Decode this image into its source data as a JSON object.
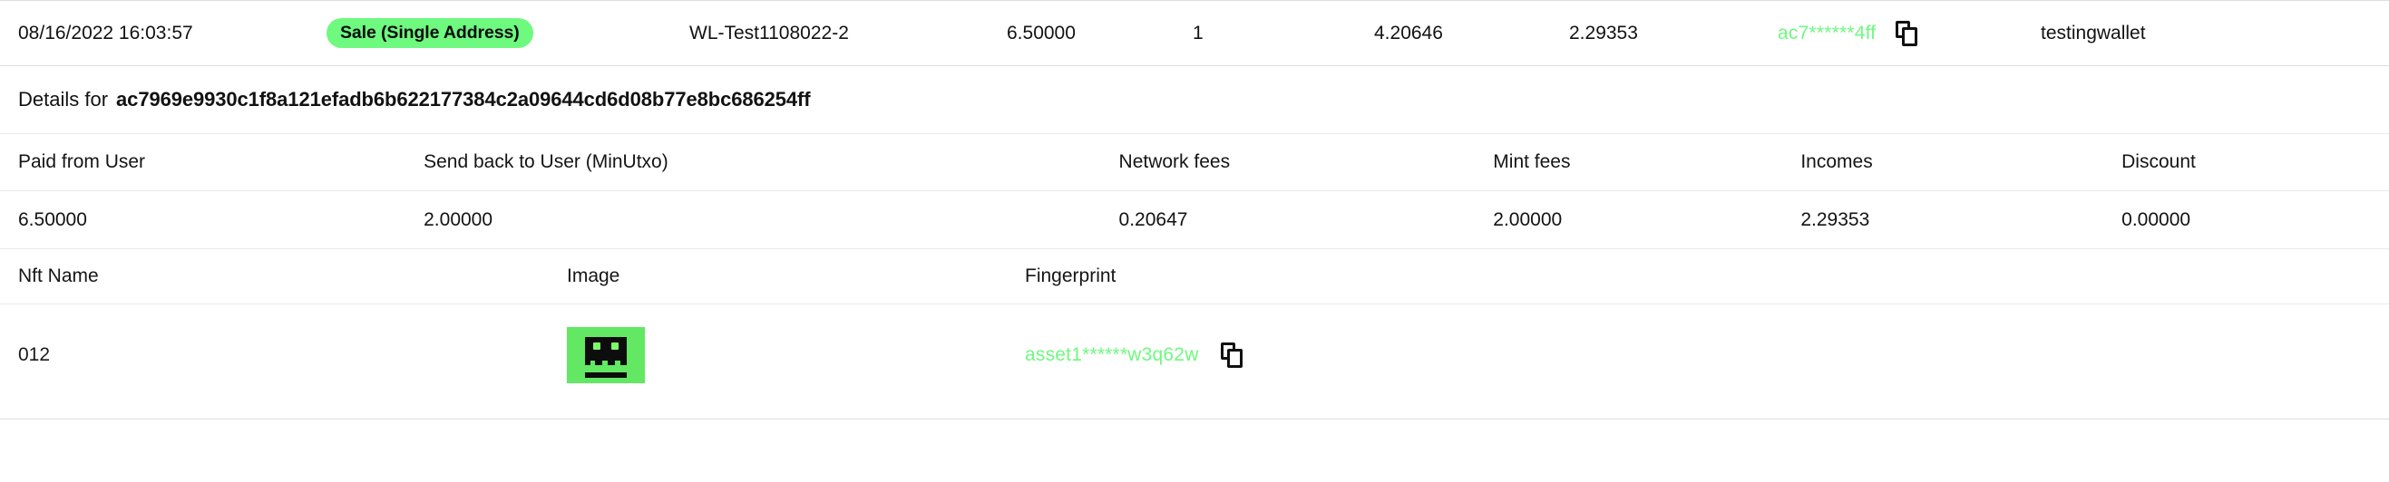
{
  "summary_row": {
    "datetime": "08/16/2022 16:03:57",
    "type_badge": "Sale (Single Address)",
    "project": "WL-Test1108022-2",
    "amount": "6.50000",
    "quantity": "1",
    "value_1": "4.20646",
    "value_2": "2.29353",
    "address_truncated": "ac7******4ff",
    "copy_icon": "copy-icon",
    "wallet": "testingwallet"
  },
  "details": {
    "label": "Details for",
    "hash": "ac7969e9930c1f8a121efadb6b622177384c2a09644cd6d08b77e8bc686254ff"
  },
  "fee_table": {
    "headers": {
      "paid_from_user": "Paid from User",
      "send_back_to_user": "Send back to User (MinUtxo)",
      "network_fees": "Network fees",
      "mint_fees": "Mint fees",
      "incomes": "Incomes",
      "discount": "Discount"
    },
    "values": {
      "paid_from_user": "6.50000",
      "send_back_to_user": "2.00000",
      "network_fees": "0.20647",
      "mint_fees": "2.00000",
      "incomes": "2.29353",
      "discount": "0.00000"
    }
  },
  "nft_table": {
    "headers": {
      "nft_name": "Nft Name",
      "image": "Image",
      "fingerprint": "Fingerprint"
    },
    "row": {
      "nft_name": "012",
      "image_alt": "nft-pixel-skull-thumbnail",
      "fingerprint_truncated": "asset1******w3q62w",
      "copy_icon": "copy-icon"
    }
  },
  "colors": {
    "accent_green": "#6ef97f",
    "badge_green": "#6ef97f",
    "nft_background_green": "#62e862",
    "nft_eye_green": "#7dfc6a",
    "text_dark": "#121212",
    "divider": "#e9e9ea"
  }
}
